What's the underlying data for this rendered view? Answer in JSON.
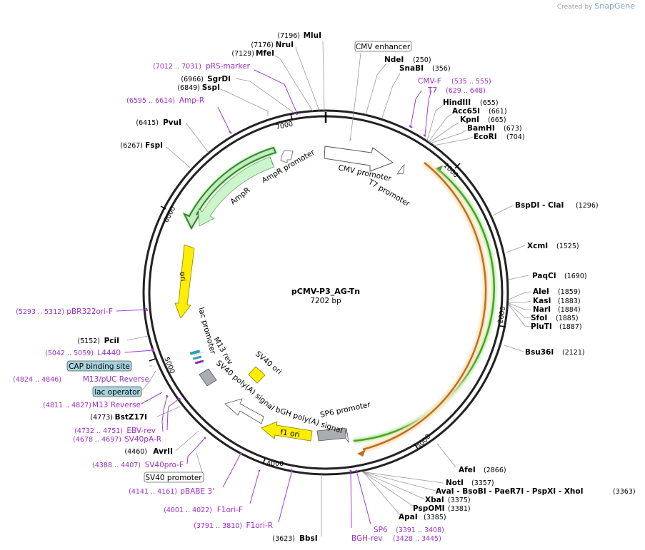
{
  "credit": {
    "prefix": "Created by",
    "brand": "SnapGene"
  },
  "plasmid": {
    "name": "pCMV-P3_AG-Tn",
    "size": "7202 bp"
  },
  "ticks": [
    "1000",
    "2000",
    "3000",
    "4000",
    "5000",
    "6000",
    "7000"
  ],
  "enzymes": [
    {
      "name": "MluI",
      "pos": "(7196)"
    },
    {
      "name": "NruI",
      "pos": "(7176)"
    },
    {
      "name": "MfeI",
      "pos": "(7129)"
    },
    {
      "name": "SgrDI",
      "pos": "(6966)"
    },
    {
      "name": "SspI",
      "pos": "(6849)"
    },
    {
      "name": "PvuI",
      "pos": "(6415)"
    },
    {
      "name": "FspI",
      "pos": "(6267)"
    },
    {
      "name": "PciI",
      "pos": "(5152)"
    },
    {
      "name": "BstZ17I",
      "pos": "(4773)"
    },
    {
      "name": "AvrII",
      "pos": "(4460)"
    },
    {
      "name": "BbsI",
      "pos": "(3623)"
    },
    {
      "name": "NdeI",
      "pos": "(250)"
    },
    {
      "name": "SnaBI",
      "pos": "(356)"
    },
    {
      "name": "HindIII",
      "pos": "(655)"
    },
    {
      "name": "Acc65I",
      "pos": "(661)"
    },
    {
      "name": "KpnI",
      "pos": "(665)"
    },
    {
      "name": "BamHI",
      "pos": "(673)"
    },
    {
      "name": "EcoRI",
      "pos": "(704)"
    },
    {
      "name": "BspDI - ClaI",
      "pos": "(1296)"
    },
    {
      "name": "XcmI",
      "pos": "(1525)"
    },
    {
      "name": "PaqCI",
      "pos": "(1690)"
    },
    {
      "name": "AleI",
      "pos": "(1859)"
    },
    {
      "name": "KasI",
      "pos": "(1883)"
    },
    {
      "name": "NarI",
      "pos": "(1884)"
    },
    {
      "name": "SfoI",
      "pos": "(1885)"
    },
    {
      "name": "PluTI",
      "pos": "(1887)"
    },
    {
      "name": "Bsu36I",
      "pos": "(2121)"
    },
    {
      "name": "AfeI",
      "pos": "(2866)"
    },
    {
      "name": "NotI",
      "pos": "(3357)"
    },
    {
      "name": "AvaI - BsoBI - PaeR7I - PspXI - XhoI",
      "pos": "(3363)"
    },
    {
      "name": "XbaI",
      "pos": "(3375)"
    },
    {
      "name": "PspOMI",
      "pos": "(3381)"
    },
    {
      "name": "ApaI",
      "pos": "(3385)"
    }
  ],
  "primers": [
    {
      "name": "pRS-marker",
      "pos": "(7012 .. 7031)"
    },
    {
      "name": "Amp-R",
      "pos": "(6595 .. 6614)"
    },
    {
      "name": "pBR322ori-F",
      "pos": "(5293 .. 5312)"
    },
    {
      "name": "L4440",
      "pos": "(5042 .. 5059)"
    },
    {
      "name": "M13/pUC Reverse",
      "pos": "(4824 .. 4846)"
    },
    {
      "name": "M13 Reverse",
      "pos": "(4811 .. 4827)"
    },
    {
      "name": "EBV-rev",
      "pos": "(4732 .. 4751)"
    },
    {
      "name": "SV40pA-R",
      "pos": "(4678 .. 4697)"
    },
    {
      "name": "SV40pro-F",
      "pos": "(4388 .. 4407)"
    },
    {
      "name": "pBABE 3'",
      "pos": "(4141 .. 4161)"
    },
    {
      "name": "F1ori-F",
      "pos": "(4001 .. 4022)"
    },
    {
      "name": "F1ori-R",
      "pos": "(3791 .. 3810)"
    },
    {
      "name": "CMV-F",
      "pos": "(535 .. 555)"
    },
    {
      "name": "T7",
      "pos": "(629 .. 648)"
    },
    {
      "name": "SP6",
      "pos": "(3391 .. 3408)"
    },
    {
      "name": "BGH-rev",
      "pos": "(3428 .. 3445)"
    }
  ],
  "boxed_features": {
    "cmv_enhancer": "CMV enhancer",
    "cap_site": "CAP binding site",
    "lac_operator": "lac operator",
    "sv40_promoter": "SV40 promoter"
  },
  "features": {
    "cmv_promoter": "CMV promoter",
    "t7_promoter": "T7 promoter",
    "ampr_promoter": "AmpR promoter",
    "ampr": "AmpR",
    "ori": "ori",
    "lac_promoter": "lac promoter",
    "m13_rev": "M13 rev",
    "sv40_polya": "SV40 poly(A) signal",
    "sv40_ori": "SV40 ori",
    "bgh_polya": "bGH poly(A) signal",
    "sp6_promoter": "SP6 promoter",
    "f1_ori": "f1 ori"
  },
  "colors": {
    "backbone": "#222222",
    "ampr_fill": "#ccf5cc",
    "orf_green": "#5bb53b",
    "orf_orange": "#e3a04b",
    "ori_yellow": "#ffee00",
    "sv40_gray": "#a9acb0",
    "primer": "#9b30c9",
    "box_blue": "#a7d3de"
  }
}
